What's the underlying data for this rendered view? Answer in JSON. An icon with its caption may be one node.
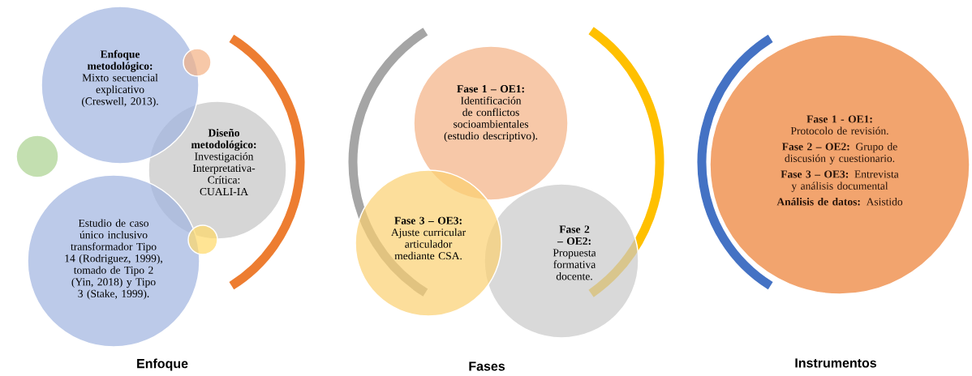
{
  "diagram": {
    "nodes": [
      {
        "text": [
          "**Enfoque metodológico:** Mixto secuencial explicativo (Creswell, 2013)."
        ]
      },
      {
        "text": [
          "**Diseño metodológico:** Investigación Interpretativa-Crítica: CUALI-IA"
        ]
      },
      {
        "text": [],
        "shape": "circle"
      },
      {
        "text": [
          "Estudio de caso único inclusivo transformador Tipo 14 (Rodriguez, 1999), tomado de Tipo 2 (Yin, 2018) y Tipo 3 (Stake, 1999)."
        ]
      },
      {
        "text": [],
        "shape": "circle"
      },
      {
        "text": [],
        "shape": "circle"
      },
      {
        "text": [
          "**Fase 1 – OE1:** Identificación de conflictos socioambientales (estudio descriptivo)."
        ]
      },
      {
        "text": [
          "**Fase 3 – OE3:** Ajuste curricular articulador mediante CSA."
        ]
      },
      {
        "text": [
          "**Fase 2 – OE2:** Propuesta formativa docente."
        ]
      },
      {
        "text": [
          "**Fase 1 - OE1:** Protocolo de revisión.",
          "**Fase 2 – OE2:** Grupo de discusión y cuestionario.",
          "**Fase 3 – OE3:** Entrevista y análisis documental",
          "**Análisis de datos:** Asistido"
        ]
      }
    ],
    "labels": [
      "Enfoque",
      "Fases",
      "Instrumentos"
    ]
  }
}
